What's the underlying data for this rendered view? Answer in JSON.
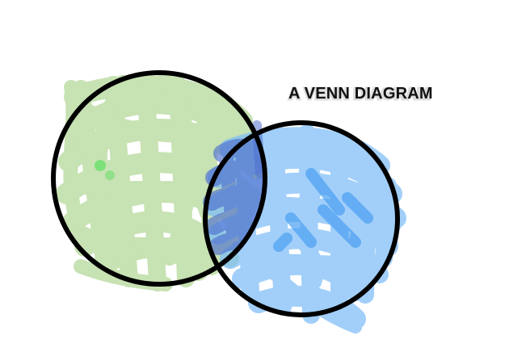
{
  "diagram": {
    "title": "A VENN DIAGRAM",
    "sets": [
      {
        "id": "left",
        "fill_color": "#b5d99a",
        "dot_color": "#6ee06e"
      },
      {
        "id": "right",
        "fill_color": "#7bbcf7",
        "accent_color": "#4aa0f2"
      }
    ],
    "overlap_color": "#4f6fd0",
    "outline_color": "#000000"
  }
}
